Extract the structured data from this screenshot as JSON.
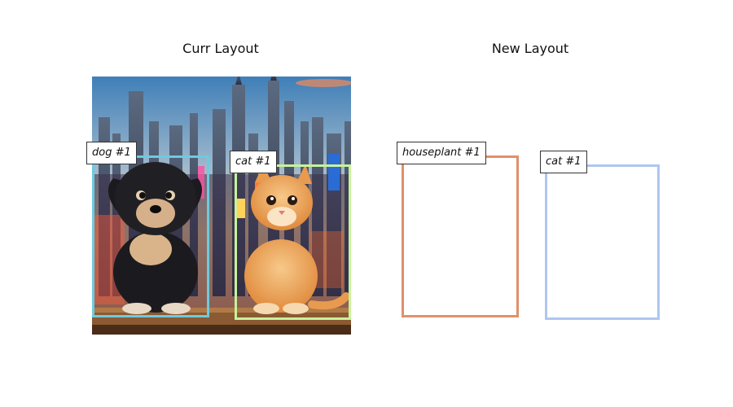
{
  "panels": {
    "current": {
      "title": "Curr Layout"
    },
    "new": {
      "title": "New Layout"
    }
  },
  "current_layout": {
    "image": "city skyline photo with a puppy and a kitten sitting on a wooden ledge",
    "boxes": [
      {
        "label": "dog #1",
        "color": "#6ccbe0"
      },
      {
        "label": "cat #1",
        "color": "#c8f29a"
      }
    ]
  },
  "new_layout": {
    "boxes": [
      {
        "label": "houseplant #1",
        "color": "#e0906c"
      },
      {
        "label": "cat #1",
        "color": "#aec6f0"
      }
    ]
  }
}
